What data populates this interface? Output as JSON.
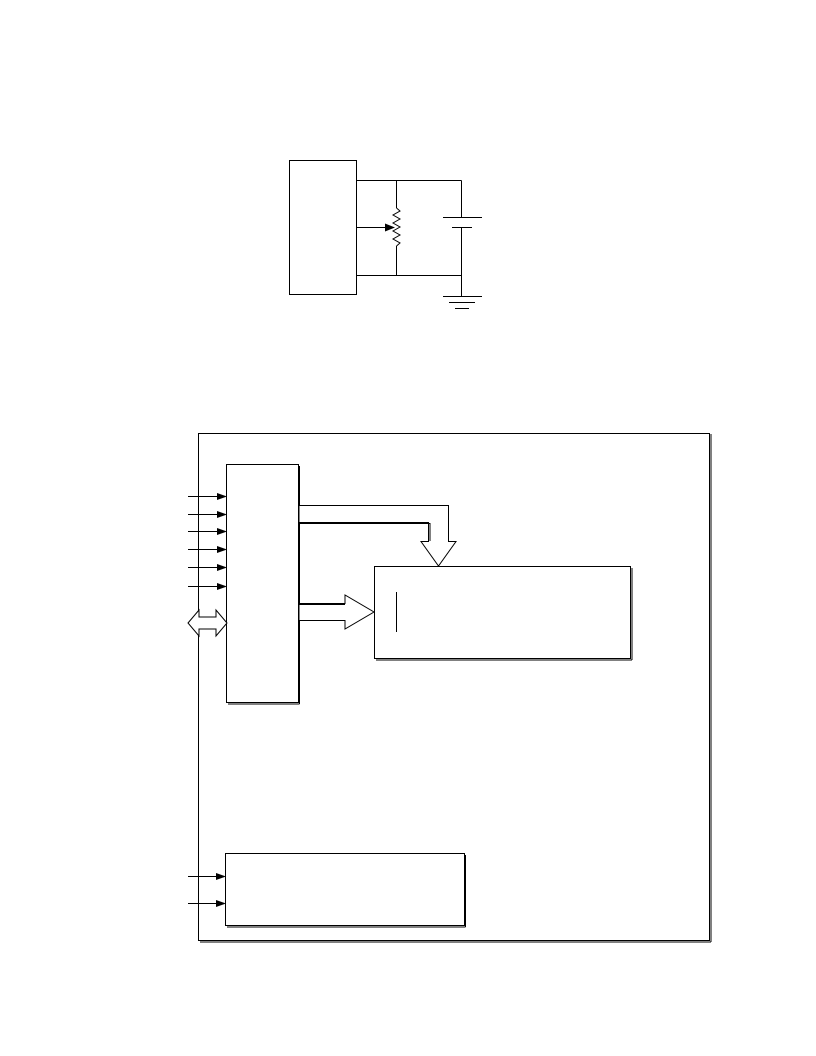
{
  "diagrams": [
    {
      "name": "potentiometer-reference-circuit",
      "labels": []
    },
    {
      "name": "block-diagram",
      "input_lines": 6,
      "lower_input_lines": 2,
      "labels": []
    }
  ]
}
